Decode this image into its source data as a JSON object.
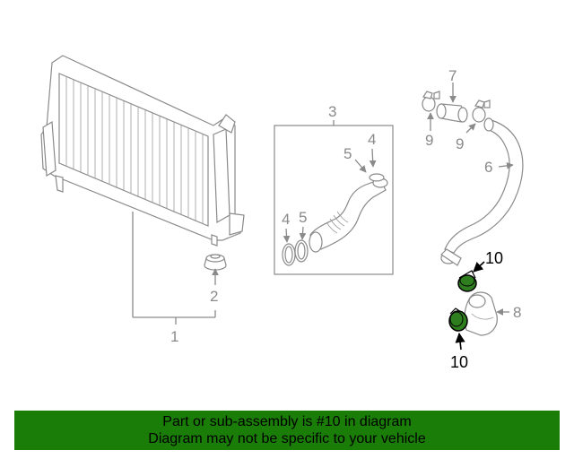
{
  "callouts": {
    "c1": "1",
    "c2": "2",
    "c3": "3",
    "c4a": "4",
    "c4b": "4",
    "c5a": "5",
    "c5b": "5",
    "c6": "6",
    "c7": "7",
    "c8": "8",
    "c9a": "9",
    "c9b": "9",
    "c10a": "10",
    "c10b": "10"
  },
  "banner": {
    "line1": "Part or sub-assembly is #10 in diagram",
    "line2": "Diagram may not be specific to your vehicle"
  },
  "colors": {
    "highlight_part": "#2e7d1e",
    "banner_bg": "#1a7d08",
    "line_gray": "#8a8a8a"
  }
}
